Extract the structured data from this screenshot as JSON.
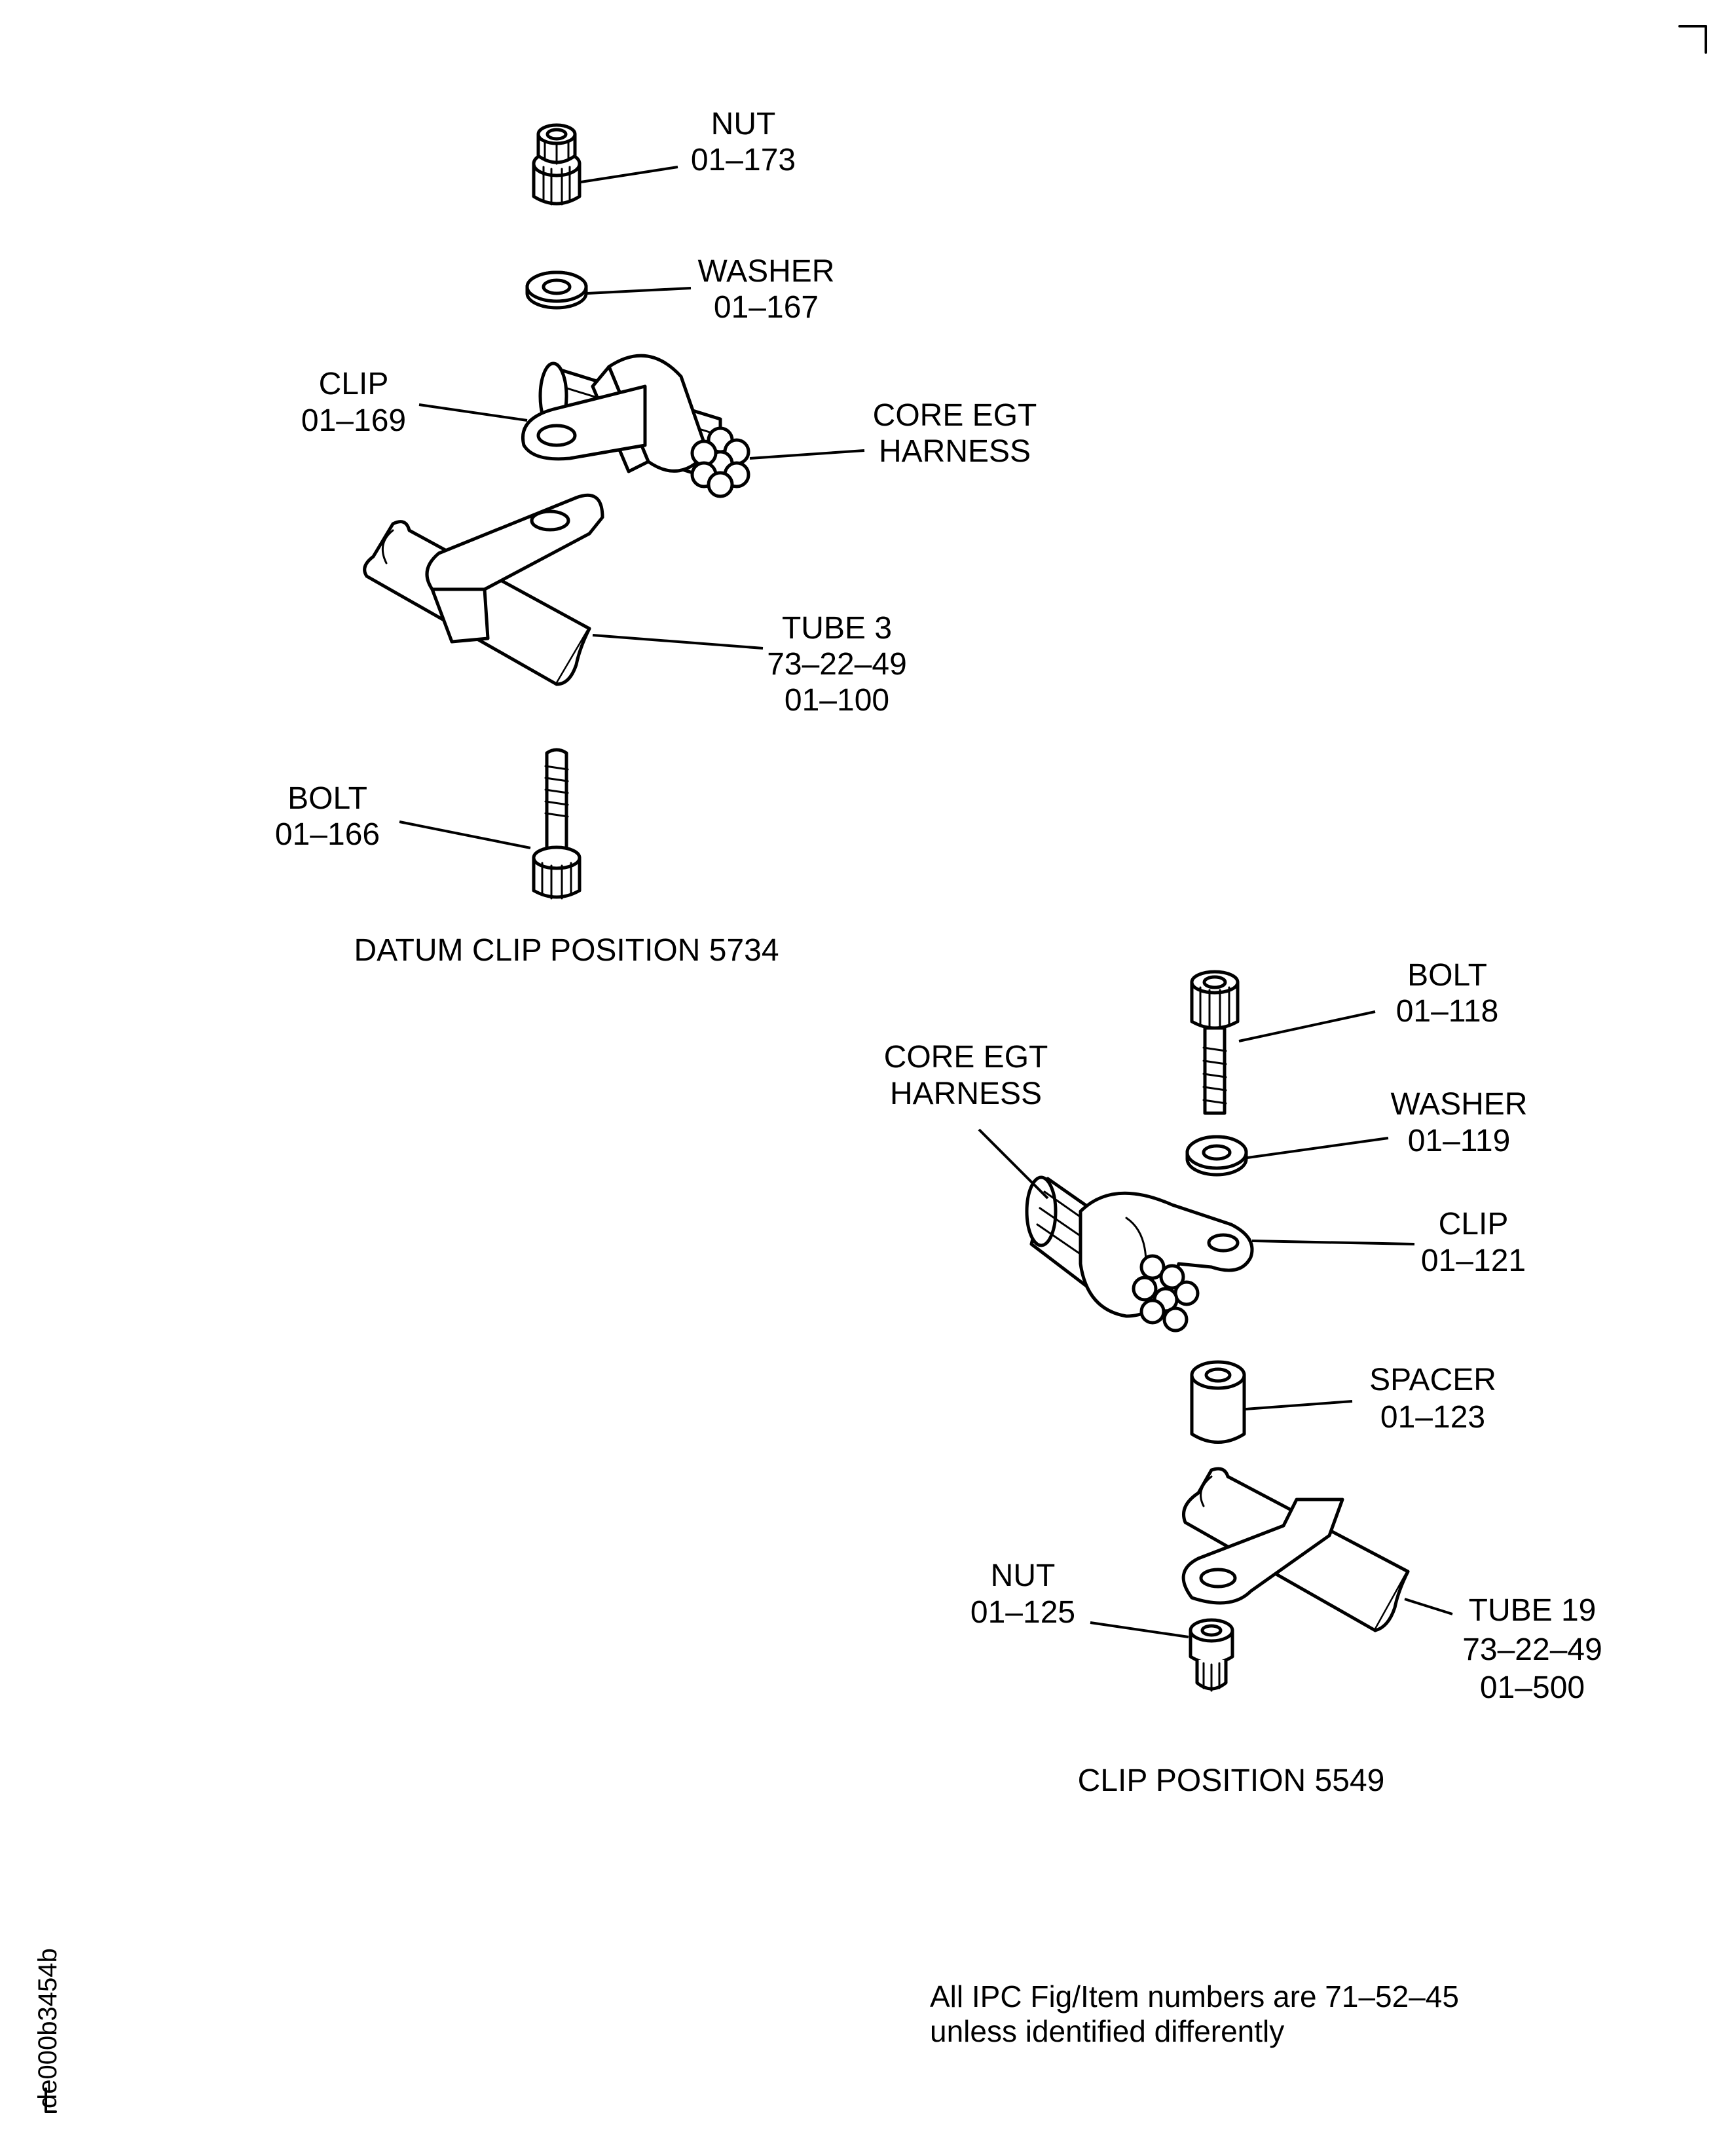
{
  "datum_group": {
    "caption": "DATUM CLIP POSITION 5734",
    "nut": {
      "name": "NUT",
      "code": "01–173"
    },
    "washer": {
      "name": "WASHER",
      "code": "01–167"
    },
    "clip": {
      "name": "CLIP",
      "code": "01–169"
    },
    "harness": {
      "line1": "CORE EGT",
      "line2": "HARNESS"
    },
    "tube": {
      "name": "TUBE 3",
      "ref": "73–22–49",
      "code": "01–100"
    },
    "bolt": {
      "name": "BOLT",
      "code": "01–166"
    }
  },
  "clip_group": {
    "caption": "CLIP POSITION 5549",
    "bolt": {
      "name": "BOLT",
      "code": "01–118"
    },
    "washer": {
      "name": "WASHER",
      "code": "01–119"
    },
    "harness": {
      "line1": "CORE EGT",
      "line2": "HARNESS"
    },
    "clip": {
      "name": "CLIP",
      "code": "01–121"
    },
    "spacer": {
      "name": "SPACER",
      "code": "01–123"
    },
    "nut": {
      "name": "NUT",
      "code": "01–125"
    },
    "tube": {
      "name": "TUBE 19",
      "ref": "73–22–49",
      "code": "01–500"
    }
  },
  "note": {
    "line1": "All IPC Fig/Item numbers are 71–52–45",
    "line2": "unless identified differently"
  },
  "drawing_ref": "de000b3454b"
}
